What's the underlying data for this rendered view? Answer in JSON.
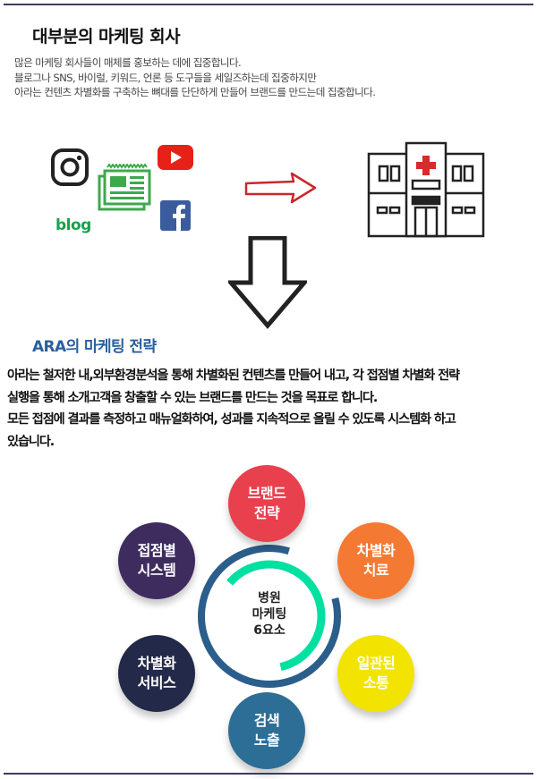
{
  "section1": {
    "title": "대부분의 마케팅 회사",
    "lines": [
      "많은 마케팅 회사들이 매체를 홍보하는 데에 집중합니다.",
      "블로그나 SNS, 바이럴, 키워드, 언론 등 도구들을 세일즈하는데 집중하지만",
      "아라는 컨텐츠 차별화를 구축하는 뼈대를 단단하게 만들어 브랜드를 만드는데 집중합니다."
    ],
    "blog_label": "blog"
  },
  "section2": {
    "title": "ARA의 마케팅 전략",
    "lines": [
      "아라는 철저한 내,외부환경분석을 통해 차별화된 컨텐츠를 만들어 내고, 각 접점별 차별화 전략",
      "실행을 통해 소개고객을 창출할 수 있는 브랜드를 만드는 것을 목표로 합니다.",
      "모든 접점에 결과를 측정하고 매뉴얼화하여, 성과를 지속적으로 올릴 수 있도록 시스템화 하고",
      "있습니다."
    ]
  },
  "diagram": {
    "center": "병원\n마케팅\n6요소",
    "items": [
      {
        "label": "브랜드\n전략",
        "color": "#e8404c",
        "text_color": "#ffffff"
      },
      {
        "label": "차별화\n치료",
        "color": "#f47a33",
        "text_color": "#ffffff"
      },
      {
        "label": "일관된\n소통",
        "color": "#f2e400",
        "text_color": "#ffffff"
      },
      {
        "label": "검색\n노출",
        "color": "#2d6e96",
        "text_color": "#ffffff"
      },
      {
        "label": "차별화\n서비스",
        "color": "#232948",
        "text_color": "#ffffff"
      },
      {
        "label": "접점별\n시스템",
        "color": "#3e2c5e",
        "text_color": "#ffffff"
      }
    ]
  },
  "icons": [
    "instagram-icon",
    "newspaper-icon",
    "youtube-icon",
    "facebook-icon",
    "blog-icon",
    "hospital-icon",
    "arrow-right-icon",
    "arrow-down-icon"
  ]
}
